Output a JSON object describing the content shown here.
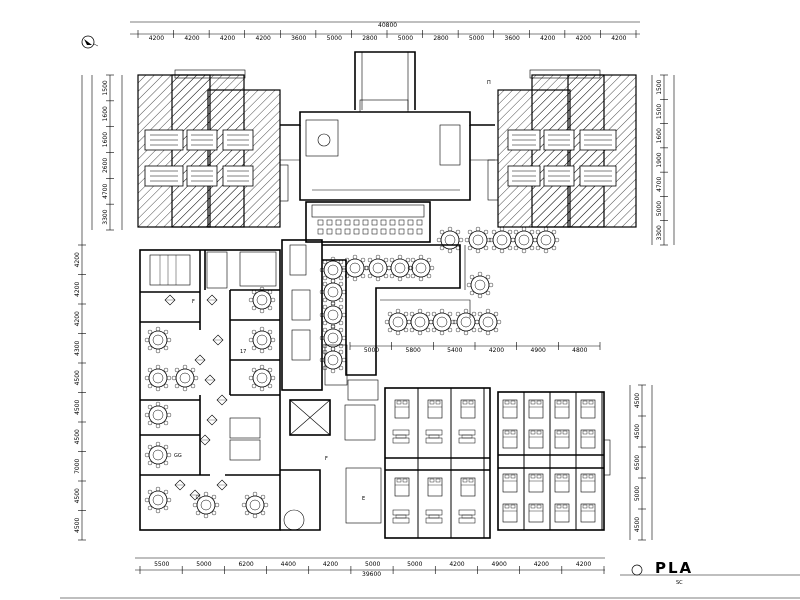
{
  "top_total": "40800",
  "top_dims": [
    "4200",
    "4200",
    "4200",
    "4200",
    "3600",
    "5000",
    "2800",
    "5000",
    "2800",
    "5000",
    "3600",
    "4200",
    "4200",
    "4200"
  ],
  "sub_dims": [
    "5000",
    "5800",
    "5400",
    "4200",
    "4900",
    "4800"
  ],
  "bottom_total": "39600",
  "bottom_dims": [
    "5500",
    "5000",
    "6200",
    "4400",
    "4200",
    "5000",
    "5000",
    "4200",
    "4900",
    "4200",
    "4200"
  ],
  "left_dims": [
    "4200",
    "4200",
    "4200",
    "4300",
    "4500",
    "4500",
    "4500",
    "7000",
    "4500",
    "4500"
  ],
  "left_upper": [
    "1500",
    "1600",
    "1600",
    "2600",
    "4700",
    "3300"
  ],
  "right_dims": [
    "1500",
    "1500",
    "1600",
    "1900",
    "4700",
    "5000",
    "3300"
  ],
  "right_lower": [
    "4500",
    "4500",
    "6500",
    "5000",
    "4500"
  ],
  "room_labels": [
    "F",
    "17",
    "GG",
    "F",
    "E"
  ],
  "title": "PLA",
  "subtitle": "SC"
}
